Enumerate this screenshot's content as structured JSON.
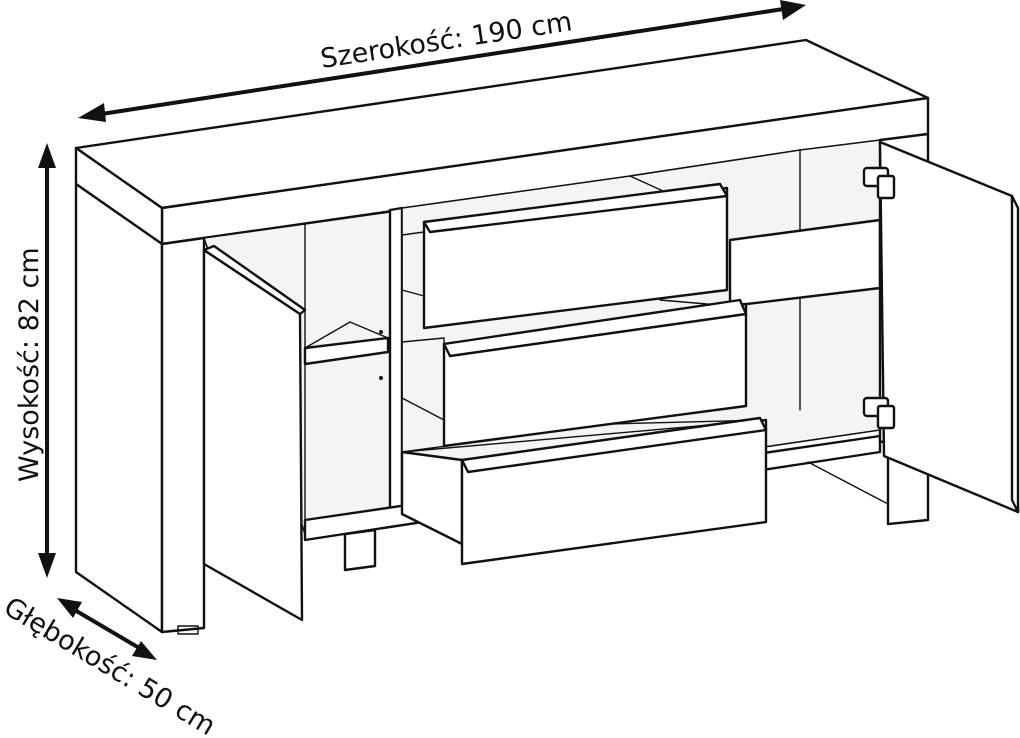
{
  "dimensions": {
    "width_label": "Szerokość: 190 cm",
    "height_label": "Wysokość: 82 cm",
    "depth_label": "Głębokość: 50 cm"
  }
}
